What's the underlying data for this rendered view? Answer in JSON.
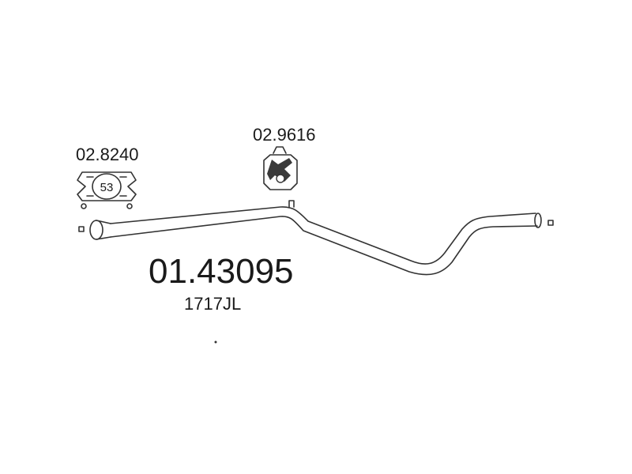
{
  "diagram": {
    "main_part_number": "01.43095",
    "oem_reference": "1717JL",
    "clamp": {
      "part_number": "02.8240",
      "size_label": "53"
    },
    "hanger": {
      "part_number": "02.9616"
    }
  }
}
